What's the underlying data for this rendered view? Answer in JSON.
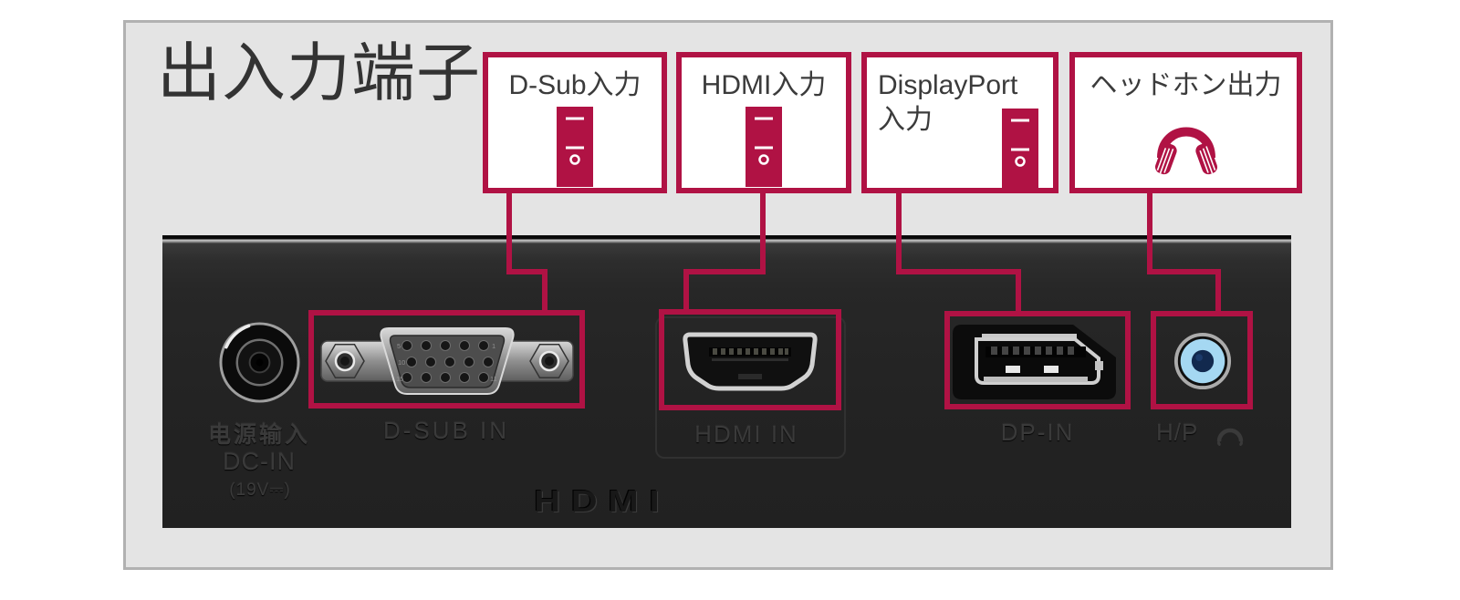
{
  "title": "出入力端子",
  "colors": {
    "accent": "#b01244",
    "backdrop_fill": "#e4e4e4",
    "backdrop_border": "#b1b1b1",
    "monitor_panel": "#232323",
    "headphone_jack_blue": "#a5d8f2"
  },
  "callouts": [
    {
      "label": "D-Sub入力",
      "icon": "pc-tower-icon"
    },
    {
      "label": "HDMI入力",
      "icon": "pc-tower-icon"
    },
    {
      "label": "DisplayPort入力",
      "icon": "pc-tower-icon"
    },
    {
      "label": "ヘッドホン出力",
      "icon": "headphones-icon"
    }
  ],
  "monitor": {
    "power_label_top": "电源输入",
    "power_label": "DC-IN",
    "power_spec": "(19V⎓)",
    "dsub_label": "D-SUB IN",
    "hdmi_label": "HDMI IN",
    "dp_label": "DP-IN",
    "headphone_label": "H/P",
    "hdmi_logo": "HDMI"
  }
}
